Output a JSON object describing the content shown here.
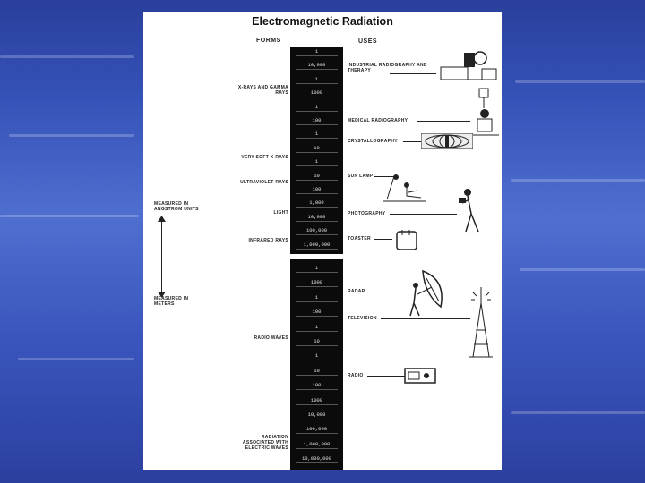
{
  "title": "Electromagnetic Radiation",
  "headers": {
    "forms": "FORMS",
    "uses": "USES"
  },
  "scale_upper": [
    "1",
    "10,000",
    "1",
    "1000",
    "1",
    "100",
    "1",
    "10",
    "1",
    "10",
    "100",
    "1,000",
    "10,000",
    "100,000",
    "1,000,000"
  ],
  "scale_lower": [
    "1",
    "1000",
    "1",
    "100",
    "1",
    "10",
    "1",
    "10",
    "100",
    "1000",
    "10,000",
    "100,000",
    "1,000,000",
    "10,000,000"
  ],
  "forms": [
    "X-RAYS AND GAMMA RAYS",
    "VERY SOFT X-RAYS",
    "ULTRAVIOLET RAYS",
    "LIGHT",
    "INFRARED RAYS",
    "RADIO WAVES",
    "RADIATION ASSOCIATED WITH ELECTRIC WAVES"
  ],
  "uses": [
    "INDUSTRIAL RADIOGRAPHY AND THERAPY",
    "MEDICAL RADIOGRAPHY",
    "CRYSTALLOGRAPHY",
    "SUN LAMP",
    "PHOTOGRAPHY",
    "TOASTER",
    "RADAR",
    "TELEVISION",
    "RADIO"
  ],
  "measure": {
    "angstrom": "MEASURED IN ANGSTROM UNITS",
    "meters": "MEASURED IN METERS"
  },
  "icons": [
    "xray-machine-icon",
    "medical-xray-icon",
    "crystal-pattern-icon",
    "sun-lamp-icon",
    "photographer-icon",
    "toaster-icon",
    "radar-dish-icon",
    "tv-tower-icon",
    "radio-icon"
  ]
}
